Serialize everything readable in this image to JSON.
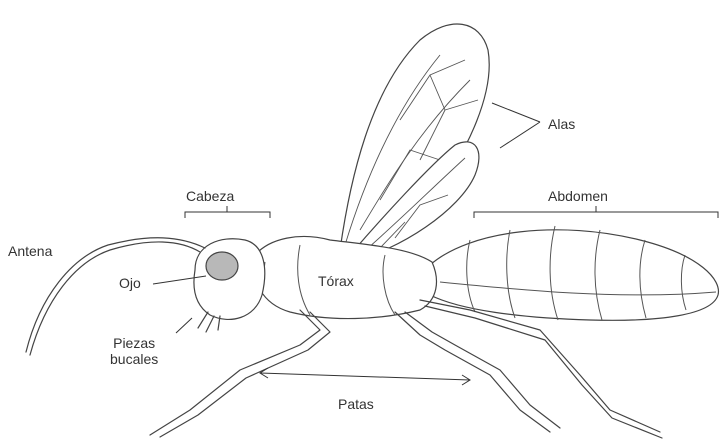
{
  "diagram": {
    "labels": {
      "alas": "Alas",
      "cabeza": "Cabeza",
      "abdomen": "Abdomen",
      "antena": "Antena",
      "ojo": "Ojo",
      "torax": "Tórax",
      "piezas_line1": "Piezas",
      "piezas_line2": "bucales",
      "patas": "Patas"
    },
    "colors": {
      "line": "#444444",
      "eye": "#b8b8b8",
      "background": "#ffffff"
    }
  }
}
